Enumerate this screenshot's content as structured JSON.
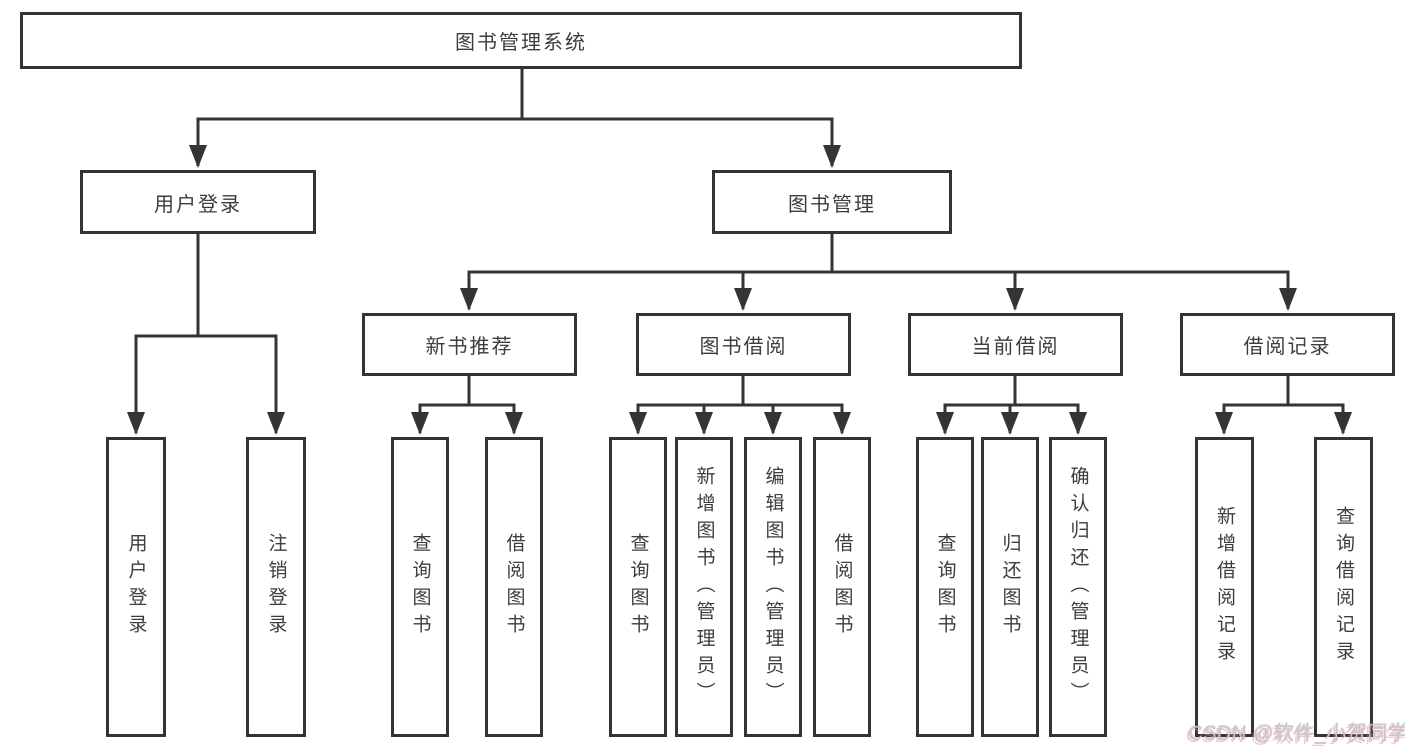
{
  "diagram": {
    "root": "图书管理系统",
    "level2": [
      {
        "label": "用户登录",
        "leaves": [
          "用户登录",
          "注销登录"
        ]
      },
      {
        "label": "图书管理",
        "children": [
          {
            "label": "新书推荐",
            "leaves": [
              "查询图书",
              "借阅图书"
            ]
          },
          {
            "label": "图书借阅",
            "leaves": [
              "查询图书",
              "新增图书（管理员）",
              "编辑图书（管理员）",
              "借阅图书"
            ]
          },
          {
            "label": "当前借阅",
            "leaves": [
              "查询图书",
              "归还图书",
              "确认归还（管理员）"
            ]
          },
          {
            "label": "借阅记录",
            "leaves": [
              "新增借阅记录",
              "查询借阅记录"
            ]
          }
        ]
      }
    ]
  },
  "watermark": "CSDN @软件_小贺同学",
  "colors": {
    "line": "#343434",
    "text": "#3d3d3d",
    "background": "#ffffff",
    "watermark_gray": "#c9c9cc",
    "watermark_pink": "#ec8484"
  }
}
